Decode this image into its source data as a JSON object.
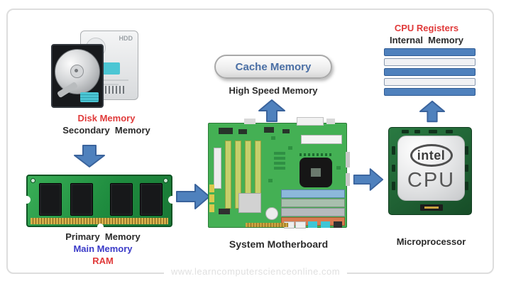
{
  "nodes": {
    "disk": {
      "title": "Disk Memory",
      "subtitle": "Secondary  Memory",
      "badge": "HDD"
    },
    "ram": {
      "title": "Primary  Memory",
      "subtitle": "Main Memory",
      "subtitle2": "RAM"
    },
    "cache": {
      "pill_label": "Cache Memory",
      "caption": "High Speed Memory"
    },
    "motherboard": {
      "caption": "System Motherboard"
    },
    "registers": {
      "title": "CPU Registers",
      "subtitle": "Internal  Memory",
      "bars": [
        "filled",
        "empty",
        "filled",
        "empty",
        "filled"
      ]
    },
    "cpu": {
      "brand": "intel",
      "chip_label": "CPU",
      "caption": "Microprocessor"
    }
  },
  "watermark": {
    "text": "www.learncomputerscienceonline.com"
  },
  "colors": {
    "arrow_fill": "#4f81bd",
    "arrow_border": "#3a639c",
    "red_label": "#e03a3a",
    "blue_label": "#3a3ac8",
    "cache_text": "#4a6fa5",
    "register_filled": "#4f81bd",
    "register_empty": "#f0f1f4",
    "board_green": "#44b054",
    "ram_pcb_green": "#2ea04e",
    "cyan_sticker": "#4cc6d4",
    "frame_border": "#dddddd",
    "watermark_gray": "#e0e0e0"
  }
}
